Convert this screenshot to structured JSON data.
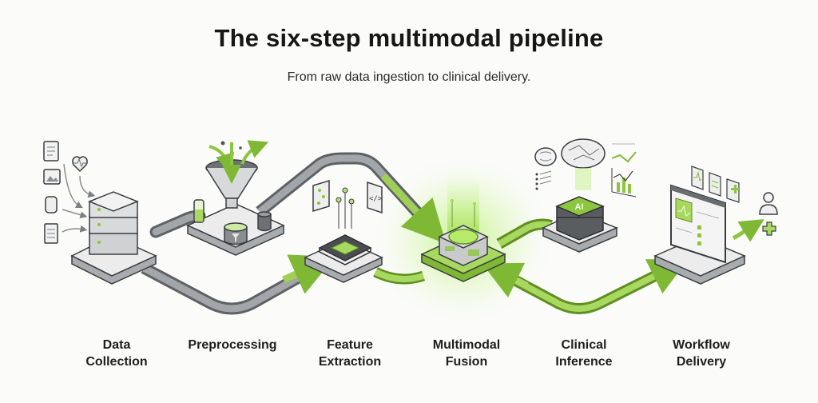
{
  "header": {
    "title": "The six-step multimodal pipeline",
    "subtitle": "From raw data ingestion to clinical delivery."
  },
  "colors": {
    "accent_green": "#8cc63f",
    "accent_green_dark": "#5e8f1f",
    "pipe_gray": "#8a8d90",
    "pipe_gray_dark": "#5e6165",
    "node_light": "#eeeeee",
    "outline": "#3a3d40"
  },
  "steps": [
    {
      "id": 1,
      "name": "data-collection",
      "line1": "Data",
      "line2": "Collection",
      "icon": "server-stack-icon",
      "inputs": [
        "document-icon",
        "heart-rate-icon",
        "image-icon",
        "smartwatch-icon",
        "report-icon"
      ]
    },
    {
      "id": 2,
      "name": "preprocessing",
      "line1": "Preprocessing",
      "line2": "",
      "icon": "funnel-icon",
      "extras": [
        "test-tube-icon",
        "filter-cylinder-icon",
        "database-icon"
      ]
    },
    {
      "id": 3,
      "name": "feature-extraction",
      "line1": "Feature",
      "line2": "Extraction",
      "icon": "chip-icon",
      "extras": [
        "sliders-panel-icon",
        "code-panel-icon"
      ]
    },
    {
      "id": 4,
      "name": "multimodal-fusion",
      "line1": "Multimodal",
      "line2": "Fusion",
      "icon": "fusion-reactor-icon"
    },
    {
      "id": 5,
      "name": "clinical-inference",
      "line1": "Clinical",
      "line2": "Inference",
      "icon": "ai-server-icon",
      "badge": "AI",
      "extras": [
        "brain-icon",
        "neural-brain-icon",
        "list-icon",
        "line-chart-icon",
        "bar-chart-icon"
      ]
    },
    {
      "id": 6,
      "name": "workflow-delivery",
      "line1": "Workflow",
      "line2": "Delivery",
      "icon": "dashboard-screen-icon",
      "extras": [
        "ecg-card-icon",
        "notes-card-icon",
        "medical-cross-card-icon",
        "doctor-icon",
        "medical-cross-icon"
      ]
    }
  ]
}
